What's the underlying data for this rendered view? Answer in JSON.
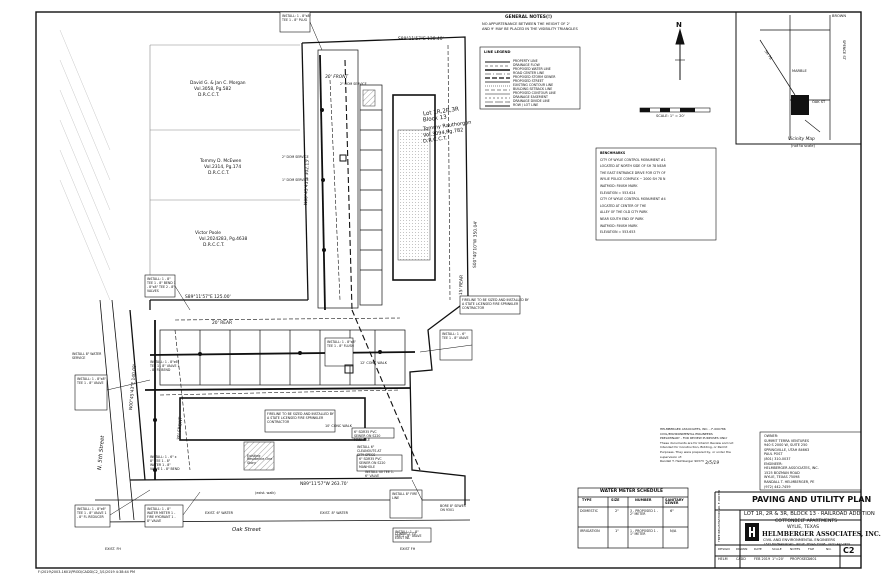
{
  "general_notes": {
    "heading": "GENERAL NOTES(!)",
    "line1": "NO APPURTENANCE BETWEEN THE HEIGHT OF 2'",
    "line2": "AND 9' MAY BE PLACED IN THE VISIBILITY TRIANGLES"
  },
  "line_legend": {
    "title": "LINE LEGEND",
    "items": [
      "PROPERTY LINE",
      "DRAINAGE FLOW",
      "PROPOSED WATER LINE",
      "ROAD CENTER LINE",
      "PROPOSED STORM SEWER",
      "PROPOSED STREET",
      "EXISTING CONTOUR LINE",
      "BUILDING SETBACK LINE",
      "PROPOSED CONTOUR LINE",
      "DRAINAGE EASEMENT",
      "DRAINAGE DIVIDE LINE",
      "ROW / LOT LINE"
    ]
  },
  "scale": {
    "label": "SCALE: 1\" = 20'",
    "n_letter": "N"
  },
  "vicinity": {
    "title": "Vicinity Map",
    "subtitle": "(not to scale)",
    "streets": [
      "BROWN",
      "OAK ST",
      "SH 78",
      "SPENCE ST",
      "MARBLE"
    ]
  },
  "benchmark": {
    "lines": [
      "BENCHMARKS",
      "CITY OF WYLIE CONTROL MONUMENT #1",
      "LOCATED AT NORTH SIDE OF SH 78 NEAR",
      "THE EAST ENTRANCE DRIVE FOR CITY OF",
      "WYLIE POLICE COMPLEX ~ 2000 SH 78 N",
      "WATMOD: FINISH MARK",
      "ELEVATION = 553.624",
      "CITY OF WYLIE CONTROL MONUMENT #4",
      "LOCATED AT CENTER OF THE",
      "ALLEY OF THE OLD CITY PARK",
      "NEAR SOUTH END OF PARK",
      "WATMOD: FINISH MARK",
      "ELEVATION = 553.653"
    ]
  },
  "lot_label": [
    "Lot 1R,2R,3R",
    "Block 13",
    "Tommy Rauthorgon",
    "Vol.3094,Pg.782",
    "D.R.C.C.T."
  ],
  "owners_left": [
    {
      "lines": [
        "David G. & Jan C. Morgan",
        "Vol.3058, Pg.582",
        "D.R.C.C.T."
      ]
    },
    {
      "lines": [
        "Tommy D. McEwen",
        "Vol.2314, Pg.174",
        "D.R.C.C.T."
      ]
    },
    {
      "lines": [
        "Victor Poole",
        "Vol.2024283, Pg.4638",
        "D.R.C.C.T."
      ]
    }
  ],
  "bearings": {
    "top": "S89°11'57\"E  138.40'",
    "front_top": "30' FRONT",
    "west_line": "N00°45'43\"E  302.13'",
    "east_line": "S00°40'10\"W  350.04'",
    "mid_line": "S89°11'57\"E  125.00'",
    "rear": "20' REAR",
    "west_lower": "N00°45'43\"E  140.08'",
    "bottom": "N89°11'57\"W  263.70'",
    "front_lower": "30' FRONT",
    "east_rear": "15' REAR"
  },
  "callouts": [
    "INSTALL: 1 - 8\"x8\" TEE  1 - 8\" PLUG",
    "INSTALL: 1 - 8\" TEE  1 - 8\" BEND  1 - 8\"x8\" TEE  2 - 8\" VALVES",
    "INSTALL: 1 - 8\"x8\" TEE  1 - 8\" VALVE",
    "INSTALL: 1 - 8\"x8\" TEE  1 - 8\" FLUSH",
    "INSTALL: 1 - 6\" TEE  1 - 8\" VALVE",
    "INSTALL: 1 - 8\"x6\" TEE  1 - 8\" VALVE  1 - 8\" FL REDUCER",
    "INSTALL: 1 - 8\" WATER METER  1 - FIRE HYDRANT  1 - 8\" VALVE",
    "INSTALL 8\" FIRE LINE",
    "INSTALL: 1 - 8\" TEE  1 - 8\" VALVE",
    "FIRELINE TO BE SIZED AND INSTALLED BY A STATE LICENSED FIRE SPRINKLER CONTRACTOR",
    "FIRELINE TO BE SIZED AND INSTALLED BY A STATE LICENSED FIRE SPRINKLER CONTRACTOR",
    "6\" SDR35 PVC SEWER ON S220 MANHOLE",
    "6\" SDR35 PVC SEWER ON S220 MANHOLE",
    "INSTALL 6\" CLEANOUTS AT CITY SPECS",
    "INSTALL 40 TEE 1-6\" VALVE",
    "INSTALL: 1 - 8\"x6\" TEE  1 - 8\" VALVE  1 - 8\" FL BEND",
    "INSTALL: 1 - 6\" x 8\" TEE  1 - 8\" WATER  1 - 8\" VALVE  1 - 8\" BEND",
    "CONNECT TO EXIST WL",
    "BORE 8\" SEWER ON 9301",
    "INSTALL 8\" WATER SERVICE",
    "1\" DOM SERVICE",
    "2\" DOM SERVICE",
    "2\" DOM SERVICE"
  ],
  "streets": {
    "west": "N. 5th Street",
    "south": "Oak Street"
  },
  "existing": [
    "Existing Residence One Story",
    "EXIST. 6\" WATER",
    "EXIST. 8\" WATER",
    "EXIST. FH",
    "EXIST FH",
    "(exist. walk)",
    "12' CONC WALK",
    "10' CONC WALK"
  ],
  "water_meter": {
    "title": "WATER METER SCHEDULE",
    "headers": [
      "TYPE",
      "SIZE",
      "NUMBER",
      "SANITARY SEWER"
    ],
    "rows": [
      {
        "type": "DOMESTIC",
        "size": "2\"",
        "number": "3 - PROPOSED  1 - 2\" METER",
        "sewer": "6\""
      },
      {
        "type": "IRRIGATION",
        "size": "1\"",
        "number": "1 - PROPOSED  1 - 1\" METER",
        "sewer": "N/A"
      }
    ]
  },
  "engineer_seal": {
    "lines": [
      "HELMBERGER ASSOCIATES, INC. - F-000786",
      "CIVIL/ENVIRONMENTAL ENGINEERS",
      "PRELIMINARY - FOR REVIEW PURPOSES ONLY",
      "These documents are for Interim Review and not",
      "Intended for Construction, Bidding, or Permit",
      "Purposes. They were prepared by, or under the",
      "supervision of:",
      "Randall T. Helmberger   90373"
    ],
    "date": "3/5/19"
  },
  "owner_block": {
    "lines": [
      "OWNER:",
      "SUMMIT TERRA VENTURES",
      "940 S 2000 W, SUITE 250",
      "SPRINGVILLE, UTAH 84663",
      "PAUL POST",
      "(801) 310-0037",
      "ENGINEER:",
      "HELMBERGER ASSOCIATES, INC.",
      "1525 BOZMAN ROAD",
      "WYLIE, TEXAS 75098",
      "RANDALL T. HELMBERGER, PE",
      "(972) 442-7459"
    ]
  },
  "title_block": {
    "plan_title": "PAVING AND UTILITY PLAN",
    "lot_line": "LOT 1R, 2R & 3R, BLOCK 13 · RAILROAD ADDITION",
    "project": "COTTONBELT APARTMENTS",
    "city": "WYLIE, TEXAS",
    "firm": "HELMBERGER ASSOCIATES, INC.",
    "firm_sub": "CIVIL AND ENVIRONMENTAL ENGINEERS",
    "firm_addr": "1525 BOZMAN ROAD · WYLIE, TEXAS 75098 · (972) 442-7459",
    "seal_label": "TBPE REGISTRATION NO. F-000786",
    "sheet": "C2",
    "meta_headers": [
      "DESIGN",
      "DRAWN",
      "DATE",
      "SCALE",
      "NOTES",
      "FILE",
      "NO."
    ],
    "meta_values": [
      "HELM",
      "CADD",
      "FEB 2019",
      "1\"=20'",
      "PROPOSED",
      "1601",
      ""
    ]
  },
  "footer_path": "F:\\2019\\2003-1601\\PROD\\CADD\\C2_3/1/2019 4:38:44 PM",
  "colors": {
    "ink": "#111111",
    "paper": "#ffffff",
    "hatch": "#9a9a9a"
  }
}
